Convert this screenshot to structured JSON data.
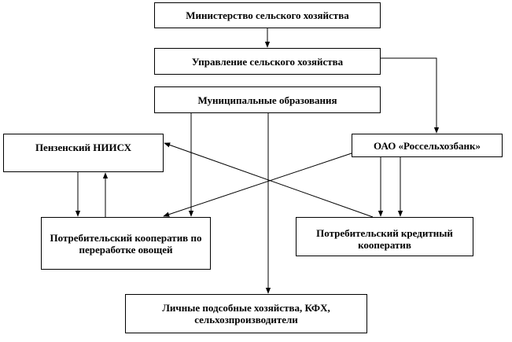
{
  "nodes": {
    "ministry": "Министерство сельского хозяйства",
    "management": "Управление сельского хозяйства",
    "municipal": "Муниципальные образования",
    "niish": "Пензенский НИИСХ",
    "bank": "ОАО «Россельхозбанк»",
    "coop_processing": "Потребительский кооператив по переработке овощей",
    "coop_credit": "Потребительский кредитный кооператив",
    "households": "Личные подсобные хозяйства, КФХ, сельхозпроизводители"
  },
  "colors": {
    "line": "#000000",
    "background": "#ffffff"
  }
}
